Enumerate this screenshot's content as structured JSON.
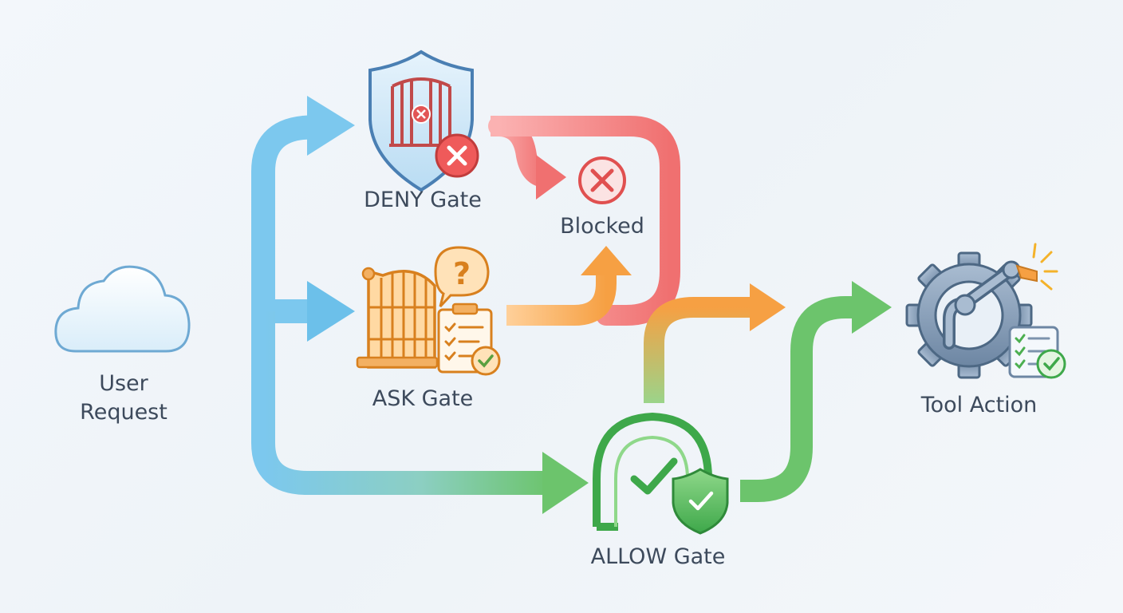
{
  "nodes": {
    "user_request": {
      "label_line1": "User",
      "label_line2": "Request",
      "icon": "cloud-icon"
    },
    "deny_gate": {
      "label": "DENY Gate",
      "icon": "shield-gate-x-icon"
    },
    "blocked": {
      "label": "Blocked",
      "icon": "x-circle-icon"
    },
    "ask_gate": {
      "label": "ASK Gate",
      "icon": "gate-question-clipboard-icon"
    },
    "allow_gate": {
      "label": "ALLOW Gate",
      "icon": "arch-shield-check-icon"
    },
    "tool_action": {
      "label": "Tool Action",
      "icon": "gear-robot-arm-icon"
    }
  },
  "colors": {
    "request_flow": "#6cc3ea",
    "deny_flow": "#f07070",
    "ask_flow": "#f6a043",
    "allow_flow": "#6cc46c",
    "label_text": "#3d4a5c"
  }
}
